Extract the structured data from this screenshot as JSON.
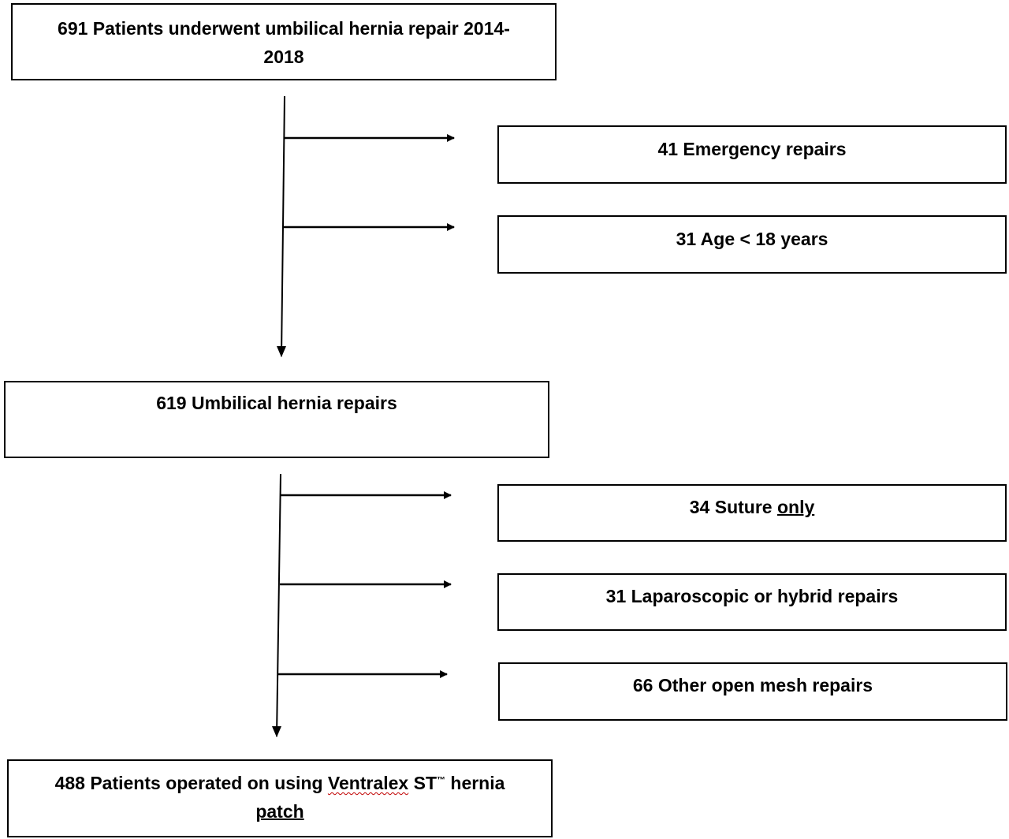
{
  "flow": {
    "start": {
      "line1": "691 Patients underwent umbilical hernia repair 2014-",
      "line2": "2018"
    },
    "exclusions_stage1": [
      "41 Emergency repairs",
      "31 Age < 18 years"
    ],
    "middle": "619 Umbilical hernia repairs",
    "exclusions_stage2": [
      {
        "prefix": "34 Suture ",
        "emphasis": "only"
      },
      "31 Laparoscopic or hybrid repairs",
      "66 Other open mesh repairs"
    ],
    "final": {
      "prefix": "488 Patients operated on using ",
      "brand": "Ventralex",
      "st": " ST",
      "tm": "™",
      "suffix": " hernia",
      "line2": "patch"
    }
  },
  "colors": {
    "border": "#000000",
    "arrow": "#000000",
    "spellcheck_underline": "#c00000"
  }
}
